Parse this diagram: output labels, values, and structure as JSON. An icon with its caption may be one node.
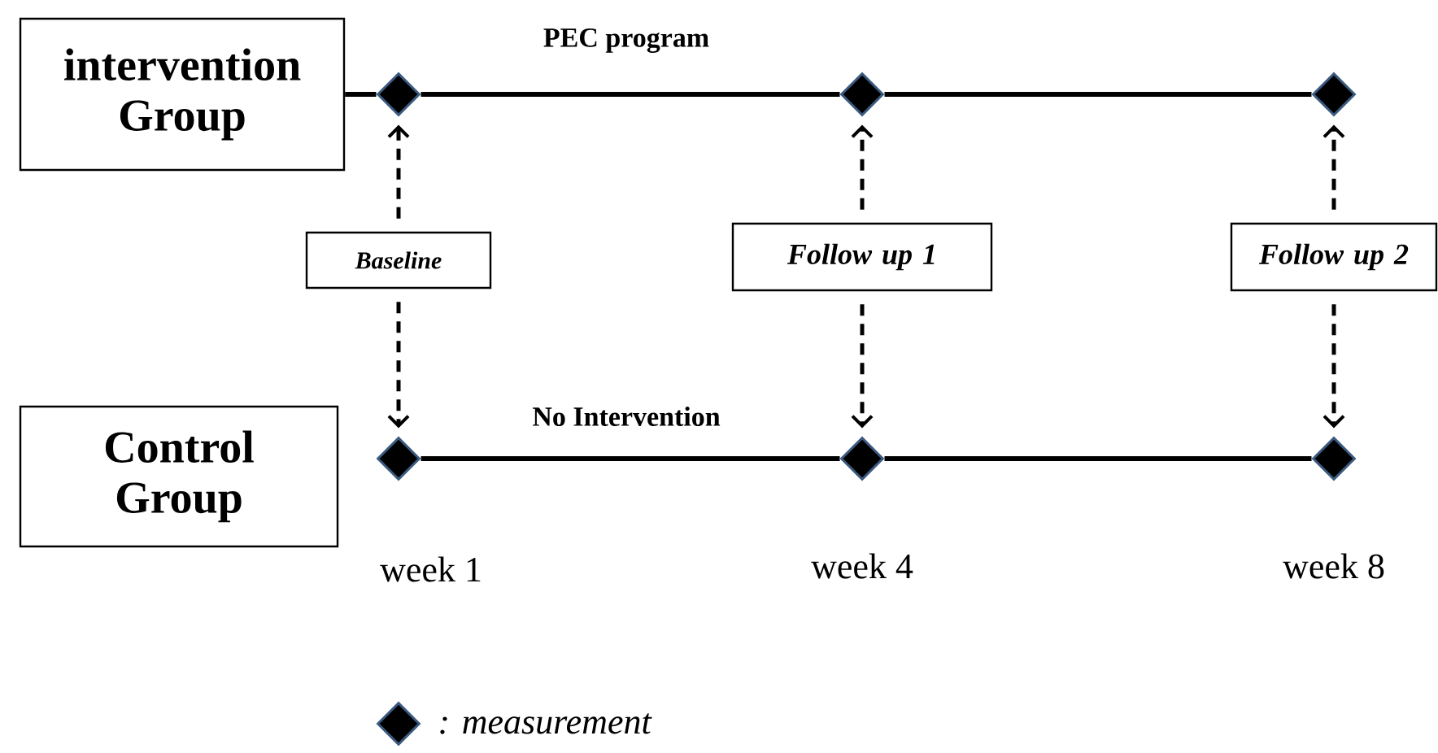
{
  "diagram": {
    "nodes": [
      {
        "text": [
          "intervention Group"
        ]
      },
      {
        "text": [
          "Control Group"
        ]
      },
      {
        "text": [],
        "shape": "diamond"
      },
      {
        "text": [],
        "shape": "diamond"
      },
      {
        "text": [],
        "shape": "diamond"
      },
      {
        "text": [],
        "shape": "diamond"
      },
      {
        "text": [],
        "shape": "diamond"
      },
      {
        "text": [],
        "shape": "diamond"
      },
      {
        "text": [
          "Baseline"
        ]
      },
      {
        "text": [
          "Follow up 1"
        ]
      },
      {
        "text": [
          "Follow up 2"
        ]
      }
    ],
    "edges": [
      {
        "from": 0,
        "to": 2,
        "arrow": "none"
      },
      {
        "from": 2,
        "to": 3,
        "arrow": "none",
        "label": "PEC  program"
      },
      {
        "from": 3,
        "to": 4,
        "arrow": "none"
      },
      {
        "from": 5,
        "to": 6,
        "arrow": "none",
        "label": "No Intervention"
      },
      {
        "from": 6,
        "to": 7,
        "arrow": "none"
      },
      {
        "from": 8,
        "to": 2,
        "arrow": "to",
        "style": "dashed"
      },
      {
        "from": 8,
        "to": 5,
        "arrow": "to",
        "style": "dashed"
      },
      {
        "from": 9,
        "to": 3,
        "arrow": "to",
        "style": "dashed"
      },
      {
        "from": 9,
        "to": 6,
        "arrow": "to",
        "style": "dashed"
      },
      {
        "from": 10,
        "to": 4,
        "arrow": "to",
        "style": "dashed"
      },
      {
        "from": 10,
        "to": 7,
        "arrow": "to",
        "style": "dashed"
      }
    ],
    "labels": [
      "week 1",
      "week 4",
      "week 8"
    ],
    "legend": [
      {
        "text": ": measurement"
      }
    ]
  }
}
